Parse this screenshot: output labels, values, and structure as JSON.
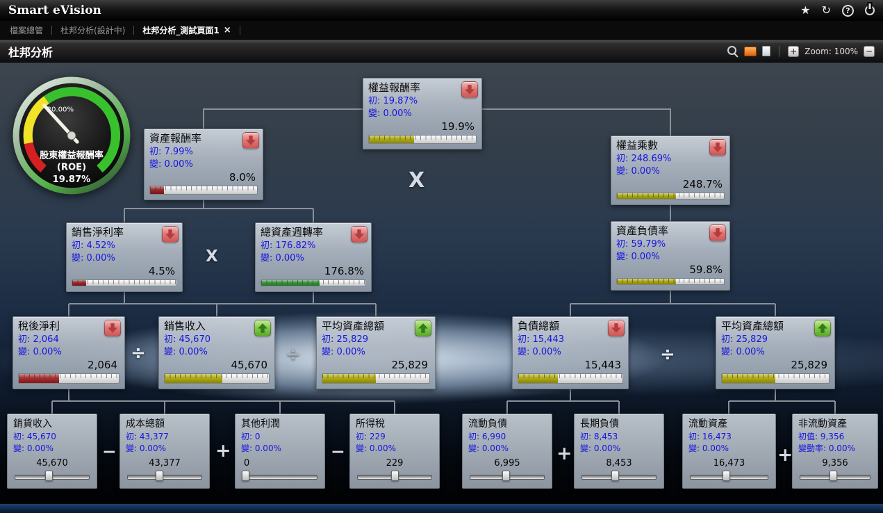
{
  "app": {
    "title": "Smart eVision"
  },
  "topbar": {
    "icons": {
      "star": "★",
      "refresh": "↻",
      "help": "?"
    }
  },
  "tabs": {
    "items": [
      {
        "label": "檔案總管",
        "active": false
      },
      {
        "label": "杜邦分析(設計中)",
        "active": false
      },
      {
        "label": "杜邦分析_測試頁面1",
        "active": true
      }
    ],
    "close_glyph": "×"
  },
  "toolbar": {
    "title": "杜邦分析",
    "zoom_in": "+",
    "zoom_text": "Zoom: 100%",
    "zoom_out": "−"
  },
  "gauge": {
    "tick": "20.00%",
    "title": "股東權益報酬率",
    "subtitle": "(ROE)",
    "value": "19.87%"
  },
  "operators": {
    "multiply_main": "X",
    "multiply_sub": "X",
    "divide_left": "÷",
    "divide_mid": "÷",
    "divide_right": "÷",
    "minus_1": "−",
    "plus_1": "+",
    "minus_2": "−",
    "plus_2": "+",
    "plus_3": "+"
  },
  "nodes": [
    {
      "title": "權益報酬率",
      "init": "初: 19.87%",
      "change": "變: 0.00%",
      "value": "19.9%",
      "arrow": "down",
      "bar": {
        "pct": 42,
        "color": "#a8a400"
      }
    },
    {
      "title": "資產報酬率",
      "init": "初: 7.99%",
      "change": "變: 0.00%",
      "value": "8.0%",
      "arrow": "down",
      "bar": {
        "pct": 13,
        "color": "#8e1b1b"
      }
    },
    {
      "title": "權益乘數",
      "init": "初: 248.69%",
      "change": "變: 0.00%",
      "value": "248.7%",
      "arrow": "down",
      "bar": {
        "pct": 55,
        "color": "#a8a400"
      }
    },
    {
      "title": "銷售淨利率",
      "init": "初: 4.52%",
      "change": "變: 0.00%",
      "value": "4.5%",
      "arrow": "down",
      "bar": {
        "pct": 13,
        "color": "#8e1b1b"
      }
    },
    {
      "title": "總資產週轉率",
      "init": "初: 176.82%",
      "change": "變: 0.00%",
      "value": "176.8%",
      "arrow": "down",
      "bar": {
        "pct": 56,
        "color": "#2e8b2e"
      }
    },
    {
      "title": "資產負債率",
      "init": "初: 59.79%",
      "change": "變: 0.00%",
      "value": "59.8%",
      "arrow": "down",
      "bar": {
        "pct": 55,
        "color": "#a8a400"
      }
    },
    {
      "title": "稅後淨利",
      "init": "初: 2,064",
      "change": "變: 0.00%",
      "value": "2,064",
      "arrow": "down",
      "bar": {
        "pct": 40,
        "color": "#9e1e1e"
      }
    },
    {
      "title": "銷售收入",
      "init": "初: 45,670",
      "change": "變: 0.00%",
      "value": "45,670",
      "arrow": "up",
      "bar": {
        "pct": 55,
        "color": "#a8a400"
      }
    },
    {
      "title": "平均資產總額",
      "init": "初: 25,829",
      "change": "變: 0.00%",
      "value": "25,829",
      "arrow": "up",
      "bar": {
        "pct": 50,
        "color": "#a8a400"
      }
    },
    {
      "title": "負債總額",
      "init": "初: 15,443",
      "change": "變: 0.00%",
      "value": "15,443",
      "arrow": "down",
      "bar": {
        "pct": 38,
        "color": "#a8a400"
      }
    },
    {
      "title": "平均資產總額",
      "init": "初: 25,829",
      "change": "變: 0.00%",
      "value": "25,829",
      "arrow": "up",
      "bar": {
        "pct": 50,
        "color": "#a8a400"
      }
    }
  ],
  "leaves": [
    {
      "title": "銷貨收入",
      "init": "初: 45,670",
      "change": "變: 0.00%",
      "value": "45,670",
      "handle_pct": 45
    },
    {
      "title": "成本總額",
      "init": "初: 43,377",
      "change": "變: 0.00%",
      "value": "43,377",
      "handle_pct": 43
    },
    {
      "title": "其他利潤",
      "init": "初: 0",
      "change": "變: 0.00%",
      "value": "0",
      "handle_pct": 4,
      "align": "left"
    },
    {
      "title": "所得稅",
      "init": "初: 229",
      "change": "變: 0.00%",
      "value": "229",
      "handle_pct": 50
    },
    {
      "title": "流動負債",
      "init": "初: 6,990",
      "change": "變: 0.00%",
      "value": "6,995",
      "handle_pct": 48
    },
    {
      "title": "長期負債",
      "init": "初: 8,453",
      "change": "變: 0.00%",
      "value": "8,453",
      "handle_pct": 44
    },
    {
      "title": "流動資產",
      "init": "初: 16,473",
      "change": "變: 0.00%",
      "value": "16,473",
      "handle_pct": 46
    },
    {
      "title": "非流動資產",
      "init": "初值: 9,356",
      "change": "變動率: 0.00%",
      "value": "9,356",
      "handle_pct": 47
    }
  ]
}
